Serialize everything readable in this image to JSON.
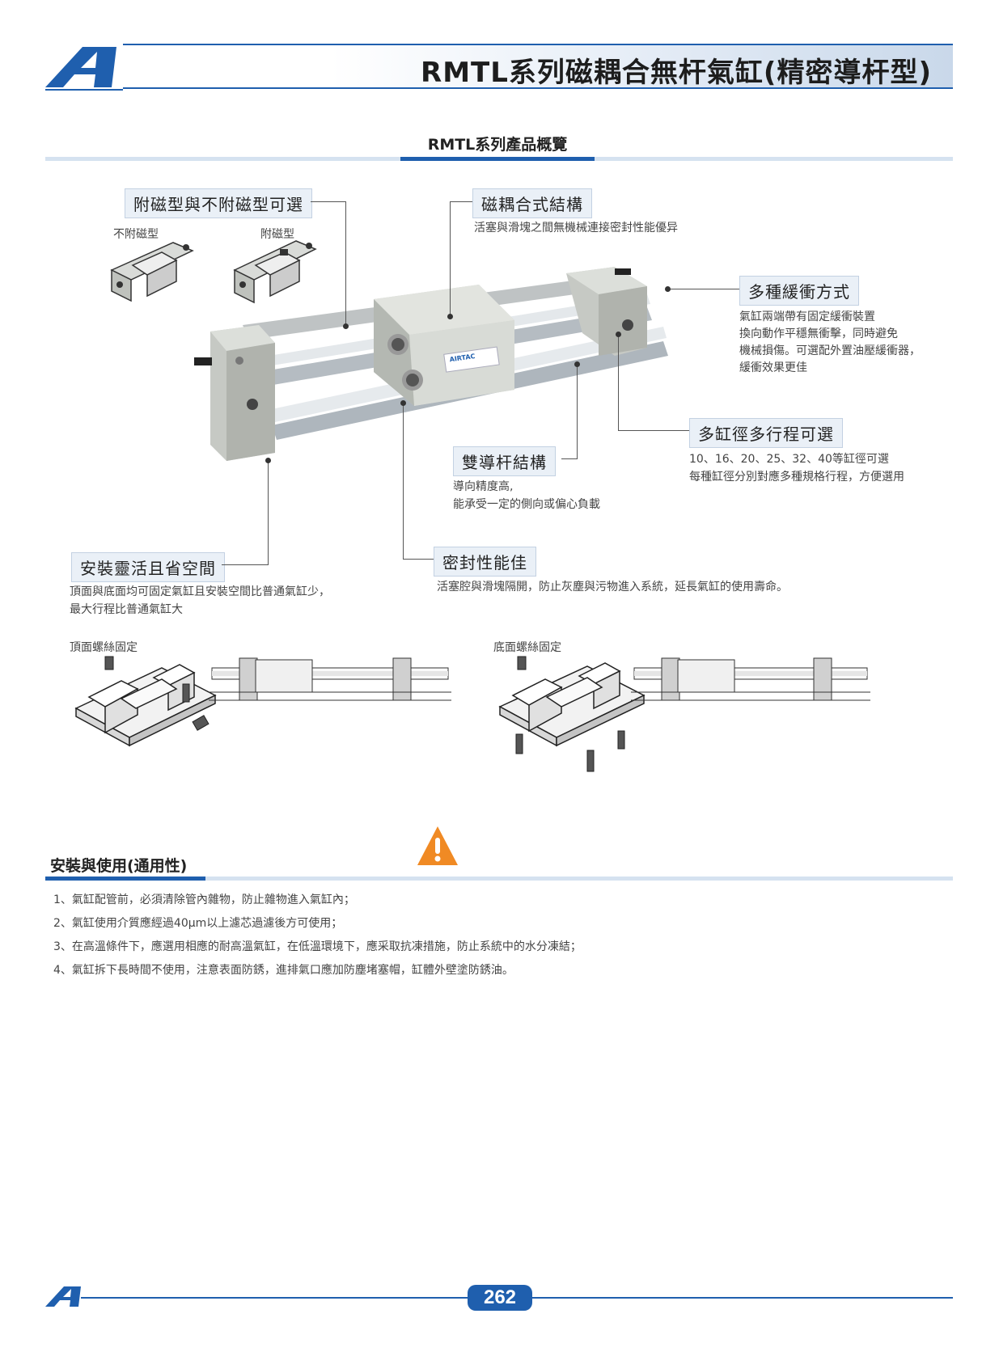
{
  "header": {
    "title": "RMTL系列磁耦合無杆氣缸(精密導杆型)"
  },
  "colors": {
    "brand_blue": "#1f5fae",
    "light_blue": "#d5e2f0",
    "warning_orange": "#f08a24"
  },
  "overview": {
    "title": "RMTL系列產品概覽",
    "magnetic_option": {
      "label": "附磁型與不附磁型可選",
      "non_magnetic": "不附磁型",
      "magnetic": "附磁型"
    },
    "coupling": {
      "label": "磁耦合式結構",
      "desc": "活塞與滑塊之間無機械連接密封性能優异"
    },
    "cushion": {
      "label": "多種緩衝方式",
      "desc_lines": [
        "氣缸兩端帶有固定緩衝裝置",
        "換向動作平穩無衝擊，同時避免",
        "機械損傷。可選配外置油壓緩衝器，",
        "緩衝效果更佳"
      ]
    },
    "bore": {
      "label": "多缸徑多行程可選",
      "desc_lines": [
        "10、16、20、25、32、40等缸徑可選",
        "每種缸徑分別對應多種規格行程，方便選用"
      ]
    },
    "guide": {
      "label": "雙導杆結構",
      "desc_lines": [
        "導向精度高,",
        "能承受一定的側向或偏心負載"
      ]
    },
    "mounting": {
      "label": "安裝靈活且省空間",
      "desc_lines": [
        "頂面與底面均可固定氣缸且安裝空間比普通氣缸少，",
        "最大行程比普通氣缸大"
      ]
    },
    "seal": {
      "label": "密封性能佳",
      "desc": "活塞腔與滑塊隔開，防止灰塵與污物進入系統，延長氣缸的使用壽命。"
    },
    "top_mount_label": "頂面螺絲固定",
    "bottom_mount_label": "底面螺絲固定",
    "product_brand": "AIRTAC"
  },
  "usage": {
    "title": "安裝與使用(通用性)",
    "warning_icon": "warning-triangle-icon",
    "items": [
      "1、氣缸配管前，必須清除管內雜物，防止雜物進入氣缸內；",
      "2、氣缸使用介質應經過40μm以上濾芯過濾後方可使用；",
      "3、在高溫條件下，應選用相應的耐高溫氣缸，在低溫環境下，應采取抗凍措施，防止系統中的水分凍結；",
      "4、氣缸拆下長時間不使用，注意表面防銹，進排氣口應加防塵堵塞帽，缸體外壁塗防銹油。"
    ]
  },
  "footer": {
    "page_number": "262"
  }
}
